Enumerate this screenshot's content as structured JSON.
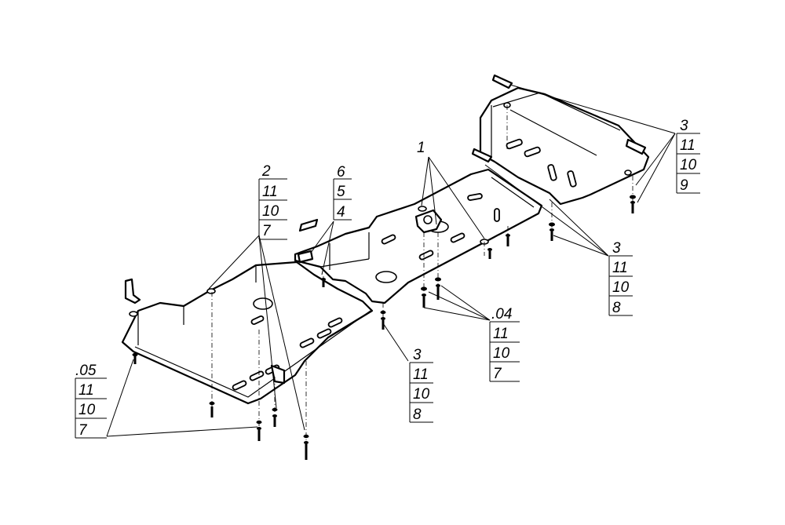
{
  "callouts": {
    "c1": {
      "items": [
        "1"
      ]
    },
    "c2": {
      "items": [
        "2",
        "11",
        "10",
        "7"
      ]
    },
    "c6": {
      "items": [
        "6",
        "5",
        "4"
      ]
    },
    "c3top": {
      "items": [
        "3",
        "11",
        "10",
        "9"
      ]
    },
    "c3right": {
      "items": [
        "3",
        "11",
        "10",
        "8"
      ]
    },
    "c04": {
      "items": [
        ".04",
        "11",
        "10",
        "7"
      ]
    },
    "c3mid": {
      "items": [
        "3",
        "11",
        "10",
        "8"
      ]
    },
    "c05": {
      "items": [
        ".05",
        "11",
        "10",
        "7"
      ]
    }
  }
}
